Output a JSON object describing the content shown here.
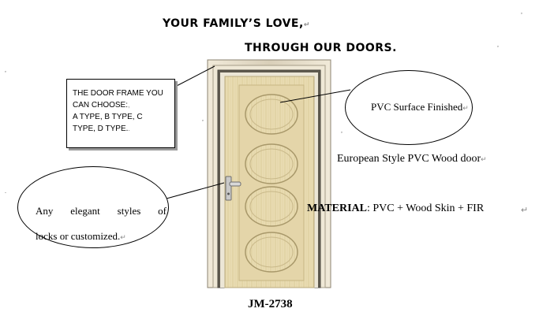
{
  "headline": {
    "line1": "YOUR FAMILY’S LOVE,",
    "line2": "THROUGH OUR DOORS."
  },
  "callouts": {
    "door_frame": {
      "line1": "THE DOOR FRAME YOU",
      "line2": "CAN CHOOSE:",
      "line3": " A  TYPE,  B  TYPE,  C",
      "line4": "TYPE, D TYPE."
    },
    "surface": "PVC Surface Finished",
    "locks": {
      "line1": "Any  elegant  styles  of",
      "line2": "locks or customized."
    }
  },
  "product": {
    "style": "European Style PVC Wood door",
    "material_label": "MATERIAL",
    "material_value": ": PVC + Wood Skin + FIR",
    "model": "JM-2738"
  },
  "marks": {
    "return_mark": "↵",
    "comma_mark": ",",
    "dot_mark": ".",
    "small_mark": ","
  },
  "colors": {
    "door_base": "#e9dcb2",
    "door_grain": "#d8c796",
    "frame_dark": "#7a7263",
    "frame_light": "#ece6d6",
    "box_shadow": "#9a9a9a"
  }
}
